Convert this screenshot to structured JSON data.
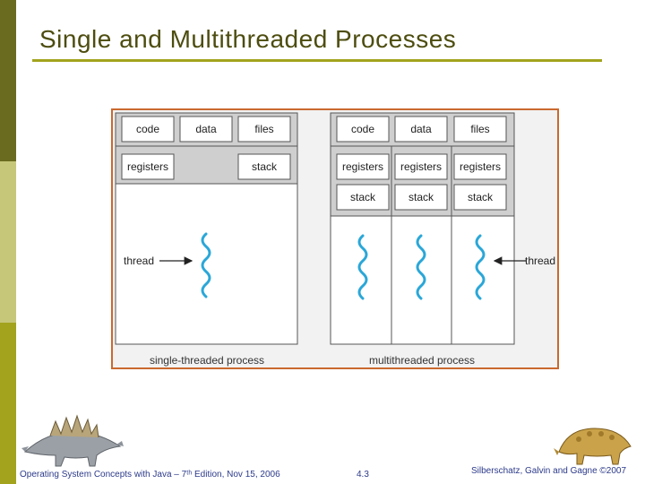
{
  "slide": {
    "title": "Single and Multithreaded Processes"
  },
  "diagram": {
    "single": {
      "cells_row1": [
        "code",
        "data",
        "files"
      ],
      "registers": "registers",
      "stack": "stack",
      "thread_label": "thread",
      "caption": "single-threaded process"
    },
    "multi": {
      "cells_row1": [
        "code",
        "data",
        "files"
      ],
      "registers": [
        "registers",
        "registers",
        "registers"
      ],
      "stacks": [
        "stack",
        "stack",
        "stack"
      ],
      "thread_label": "thread",
      "caption": "multithreaded process"
    }
  },
  "footer": {
    "left": "Operating System Concepts with Java – 7ᵗʰ Edition, Nov 15, 2006",
    "center": "4.3",
    "right": "Silberschatz, Galvin and Gagne ©2007"
  },
  "colors": {
    "title": "#4d4d10",
    "accent_rule": "#a3a31e",
    "diagram_border": "#c9692f",
    "thread_wave": "#2aa7d8",
    "footer_text": "#2c3a8a"
  }
}
